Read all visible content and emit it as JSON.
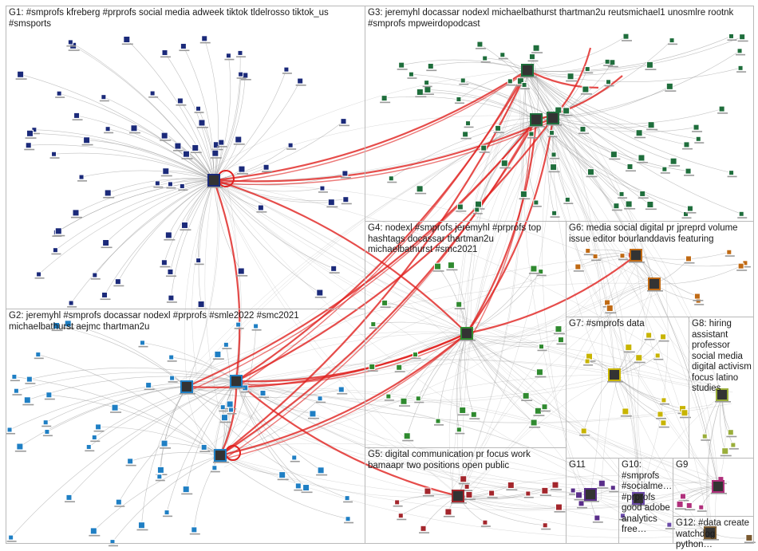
{
  "groups": [
    {
      "id": "G1",
      "label": "G1: #smprofs kfreberg #prprofs social media adweek tiktok tldelrosso tiktok_us\n#smsports",
      "color": "#1b2a7a"
    },
    {
      "id": "G2",
      "label": "G2: jeremyhl #smprofs docassar nodexl #prprofs #smle2022 #smc2021\nmichaelbathurst aejmc thartman2u",
      "color": "#1f7fc4"
    },
    {
      "id": "G3",
      "label": "G3: jeremyhl docassar nodexl michaelbathurst thartman2u reutsmichael1 unosmlre rootnk\n#smprofs mpweirdopodcast",
      "color": "#1f6e3c"
    },
    {
      "id": "G4",
      "label": "G4: nodexl #smprofs jeremyhl #prprofs top\nhashtags docassar thartman2u\nmichaelbathurst #smc2021",
      "color": "#2f8a2f"
    },
    {
      "id": "G5",
      "label": "G5: digital communication pr focus work\nbamaapr two positions open public",
      "color": "#a3262c"
    },
    {
      "id": "G6",
      "label": "G6: media social digital pr jpreprd volume\nissue editor bourlanddavis featuring",
      "color": "#c06a14"
    },
    {
      "id": "G7",
      "label": "G7: #smprofs data",
      "color": "#c8b400"
    },
    {
      "id": "G8",
      "label": "G8: hiring\nassistant\nprofessor\nsocial media\ndigital activism\nfocus latino\nstudies",
      "color": "#9aae3a"
    },
    {
      "id": "G9",
      "label": "G9",
      "color": "#b0307c"
    },
    {
      "id": "G10",
      "label": "G10:\n#smprofs\n#socialme…\n#prprofs\ngood adobe\nanalytics\nfree…",
      "color": "#6a4aa8"
    },
    {
      "id": "G11",
      "label": "G11",
      "color": "#5a2e8a"
    },
    {
      "id": "G12",
      "label": "G12: #data create\nwatchdog python…",
      "color": "#7a5a30"
    }
  ],
  "colors": {
    "edge": "#8f8f8f",
    "strong_edge": "#e0201e",
    "panel_border": "#b9b9b9"
  }
}
